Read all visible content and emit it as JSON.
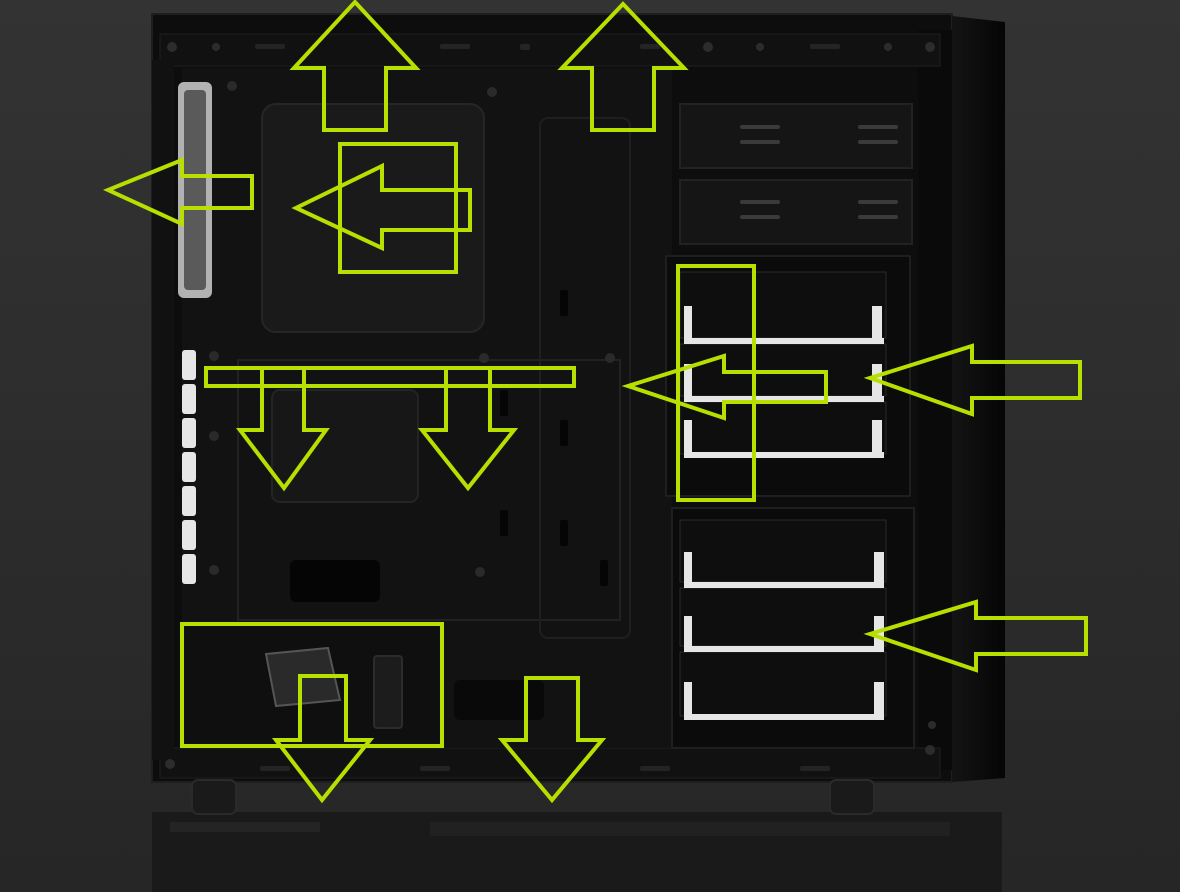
{
  "scene": {
    "subject": "pc-case-interior",
    "background_color": "#2e2e2e",
    "case_color": "#0c0c0c",
    "case_edge_color": "#1a1a1a",
    "tray_color": "#141414",
    "drive_slot_color": "#0e0e0e",
    "drive_rail_color": "#e6e6e6",
    "fan_color": "#cfcfcf",
    "foot_color": "#1a1a1a"
  },
  "airflow_overlay": {
    "color": "#b7e000",
    "arrows": [
      {
        "name": "top-left-exhaust-arrow",
        "direction": "up"
      },
      {
        "name": "top-right-exhaust-arrow",
        "direction": "up"
      },
      {
        "name": "rear-exhaust-arrow",
        "direction": "left"
      },
      {
        "name": "cpu-cooler-arrow",
        "direction": "left"
      },
      {
        "name": "front-upper-intake-arrow",
        "direction": "left"
      },
      {
        "name": "drive-cage-airflow-arrow",
        "direction": "left"
      },
      {
        "name": "front-lower-intake-arrow",
        "direction": "left"
      },
      {
        "name": "gpu-left-down-arrow",
        "direction": "down"
      },
      {
        "name": "gpu-right-down-arrow",
        "direction": "down"
      },
      {
        "name": "psu-down-arrow",
        "direction": "down"
      },
      {
        "name": "bottom-fan-down-arrow",
        "direction": "down"
      }
    ],
    "zones": [
      {
        "name": "cpu-zone"
      },
      {
        "name": "gpu-bar-zone"
      },
      {
        "name": "drive-cage-zone"
      },
      {
        "name": "psu-zone"
      }
    ]
  }
}
